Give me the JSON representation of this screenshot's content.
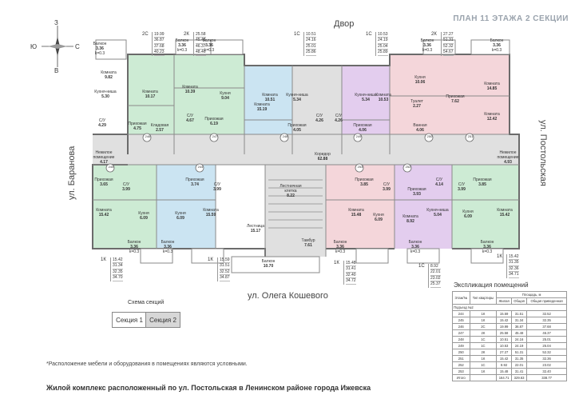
{
  "plan_title": "ПЛАН 11 ЭТАЖА 2 СЕКЦИИ",
  "compass": {
    "n": "З",
    "e": "С",
    "s": "В",
    "w": "Ю"
  },
  "streets": {
    "top": "Двор",
    "left": "ул. Баранова",
    "right": "ул. Постольская",
    "bottom": "ул. Олега Кошевого"
  },
  "colors": {
    "green": "#cdebd4",
    "blue": "#cbe4f2",
    "pink": "#f4d6da",
    "purple": "#e3cdee",
    "gray": "#e0e0e0",
    "wall": "#6b6b6b"
  },
  "top_boxes": [
    {
      "type": "2С",
      "vals": [
        "19.99",
        "36.87",
        "37.68",
        "40.23"
      ]
    },
    {
      "type": "2К",
      "vals": [
        "25.58",
        "45.48",
        "46.37",
        "48.46"
      ]
    },
    {
      "type": "1С",
      "vals": [
        "10.51",
        "24.16",
        "25.01",
        "25.86"
      ]
    },
    {
      "type": "1С",
      "vals": [
        "10.53",
        "24.19",
        "25.04",
        "25.89"
      ]
    },
    {
      "type": "2К",
      "vals": [
        "27.27",
        "51.31",
        "52.32",
        "54.67"
      ]
    }
  ],
  "bottom_boxes": [
    {
      "type": "1К",
      "vals": [
        "15.42",
        "31.34",
        "32.35",
        "34.70"
      ]
    },
    {
      "type": "1К",
      "vals": [
        "15.59",
        "31.51",
        "32.52",
        "34.87"
      ]
    },
    {
      "type": "1К",
      "vals": [
        "15.48",
        "31.41",
        "32.40",
        "34.72"
      ]
    },
    {
      "type": "1С",
      "vals": [
        "8.92",
        "22.01",
        "23.02",
        "25.37"
      ]
    },
    {
      "type": "1К",
      "vals": [
        "15.42",
        "31.35",
        "32.36",
        "34.71"
      ]
    }
  ],
  "rooms": [
    {
      "n": "Балкон",
      "a": "3.36",
      "k": "k=0.3"
    },
    {
      "n": "Балкон",
      "a": "3.36",
      "k": "k=0.3"
    },
    {
      "n": "Балкон",
      "a": "3.36",
      "k": "k=0.3"
    },
    {
      "n": "Балкон",
      "a": "3.36",
      "k": "k=0.3"
    },
    {
      "n": "Балкон",
      "a": "3.36",
      "k": "k=0.3"
    },
    {
      "n": "Комната",
      "a": "9.82"
    },
    {
      "n": "Комната",
      "a": "10.17"
    },
    {
      "n": "Кухня-ниша",
      "a": "5.30"
    },
    {
      "n": "Прихожая",
      "a": "4.75"
    },
    {
      "n": "Кладовая",
      "a": "2.57"
    },
    {
      "n": "С/У",
      "a": "4.29"
    },
    {
      "n": "Комната",
      "a": "10.39"
    },
    {
      "n": "Кухня",
      "a": "9.04"
    },
    {
      "n": "Прихожая",
      "a": "6.19"
    },
    {
      "n": "С/У",
      "a": "4.67"
    },
    {
      "n": "Комната",
      "a": "15.19"
    },
    {
      "n": "Комната",
      "a": "10.51"
    },
    {
      "n": "Кухня-ниша",
      "a": "5.34"
    },
    {
      "n": "Прихожая",
      "a": "4.05"
    },
    {
      "n": "С/У",
      "a": "4.26"
    },
    {
      "n": "Комната",
      "a": "10.53"
    },
    {
      "n": "Кухня-ниша",
      "a": "5.34"
    },
    {
      "n": "Прихожая",
      "a": "4.06"
    },
    {
      "n": "С/У",
      "a": "4.26"
    },
    {
      "n": "Кухня",
      "a": "10.06"
    },
    {
      "n": "Туалет",
      "a": "2.27"
    },
    {
      "n": "Ванная",
      "a": "4.06"
    },
    {
      "n": "Прихожая",
      "a": "7.62"
    },
    {
      "n": "Комната",
      "a": "14.85"
    },
    {
      "n": "Комната",
      "a": "12.42"
    },
    {
      "n": "Коридор",
      "a": "62.88"
    },
    {
      "n": "Нежилое помещение",
      "a": "4.17"
    },
    {
      "n": "Нежилое помещение",
      "a": "4.93"
    },
    {
      "n": "Прихожая",
      "a": "3.65"
    },
    {
      "n": "С/У",
      "a": "3.99"
    },
    {
      "n": "Комната",
      "a": "15.42"
    },
    {
      "n": "Кухня",
      "a": "6.09"
    },
    {
      "n": "Прихожая",
      "a": "3.74"
    },
    {
      "n": "С/У",
      "a": "3.99"
    },
    {
      "n": "Кухня",
      "a": "6.09"
    },
    {
      "n": "Комната",
      "a": "15.59"
    },
    {
      "n": "Лестничная клетка",
      "a": "8.22"
    },
    {
      "n": "Лестница",
      "a": "15.17"
    },
    {
      "n": "Тамбур",
      "a": "7.61"
    },
    {
      "n": "Балкон",
      "a": "10.70"
    },
    {
      "n": "Прихожая",
      "a": "3.85"
    },
    {
      "n": "С/У",
      "a": "3.99"
    },
    {
      "n": "Комната",
      "a": "15.48"
    },
    {
      "n": "Кухня",
      "a": "6.09"
    },
    {
      "n": "Прихожая",
      "a": "3.93"
    },
    {
      "n": "С/У",
      "a": "4.14"
    },
    {
      "n": "Кухня-ниша",
      "a": "5.04"
    },
    {
      "n": "Комната",
      "a": "8.92"
    },
    {
      "n": "Прихожая",
      "a": "3.85"
    },
    {
      "n": "С/У",
      "a": "3.99"
    },
    {
      "n": "Кухня",
      "a": "6.09"
    },
    {
      "n": "Комната",
      "a": "15.42"
    },
    {
      "n": "Балкон",
      "a": "3.36",
      "k": "k=0.3"
    },
    {
      "n": "Балкон",
      "a": "3.36",
      "k": "k=0.3"
    },
    {
      "n": "Балкон",
      "a": "3.36",
      "k": "k=0.3"
    },
    {
      "n": "Балкон",
      "a": "3.36",
      "k": "k=0.3"
    },
    {
      "n": "Балкон",
      "a": "3.36",
      "k": "k=0.3"
    }
  ],
  "apartment_numbers": [
    "246",
    "247",
    "248",
    "249",
    "250",
    "251",
    "245",
    "244",
    "253",
    "252"
  ],
  "sections_scheme": {
    "title": "Схема секций",
    "sec1": "Секция 1",
    "sec2": "Секция 2"
  },
  "note": "*Расположение мебели и оборудования в помещениях являются условными.",
  "footer": "Жилой комплекс расположенный по ул. Постольская в Ленинском районе города Ижевска",
  "explication": {
    "title": "Экспликация помещений",
    "headers": [
      "Этаж/№",
      "Тип квартиры",
      "Жилая",
      "Общая",
      "Общая приведенная"
    ],
    "group": "Площадь, м",
    "section_row": "Подъезд №2",
    "rows": [
      [
        "244",
        "1К",
        "15.59",
        "31.51",
        "32.52"
      ],
      [
        "245",
        "1К",
        "15.42",
        "31.34",
        "32.35"
      ],
      [
        "246",
        "2С",
        "19.99",
        "36.87",
        "37.68"
      ],
      [
        "247",
        "2К",
        "25.58",
        "45.48",
        "46.37"
      ],
      [
        "248",
        "1С",
        "10.51",
        "24.16",
        "25.01"
      ],
      [
        "249",
        "1С",
        "10.53",
        "24.19",
        "25.04"
      ],
      [
        "250",
        "2К",
        "27.27",
        "51.31",
        "52.32"
      ],
      [
        "251",
        "1К",
        "15.42",
        "31.35",
        "32.36"
      ],
      [
        "252",
        "1С",
        "8.92",
        "22.01",
        "23.02"
      ],
      [
        "253",
        "1К",
        "15.48",
        "31.41",
        "32.40"
      ]
    ],
    "total": [
      "Итого",
      "",
      "164.71",
      "329.63",
      "338.77"
    ]
  }
}
